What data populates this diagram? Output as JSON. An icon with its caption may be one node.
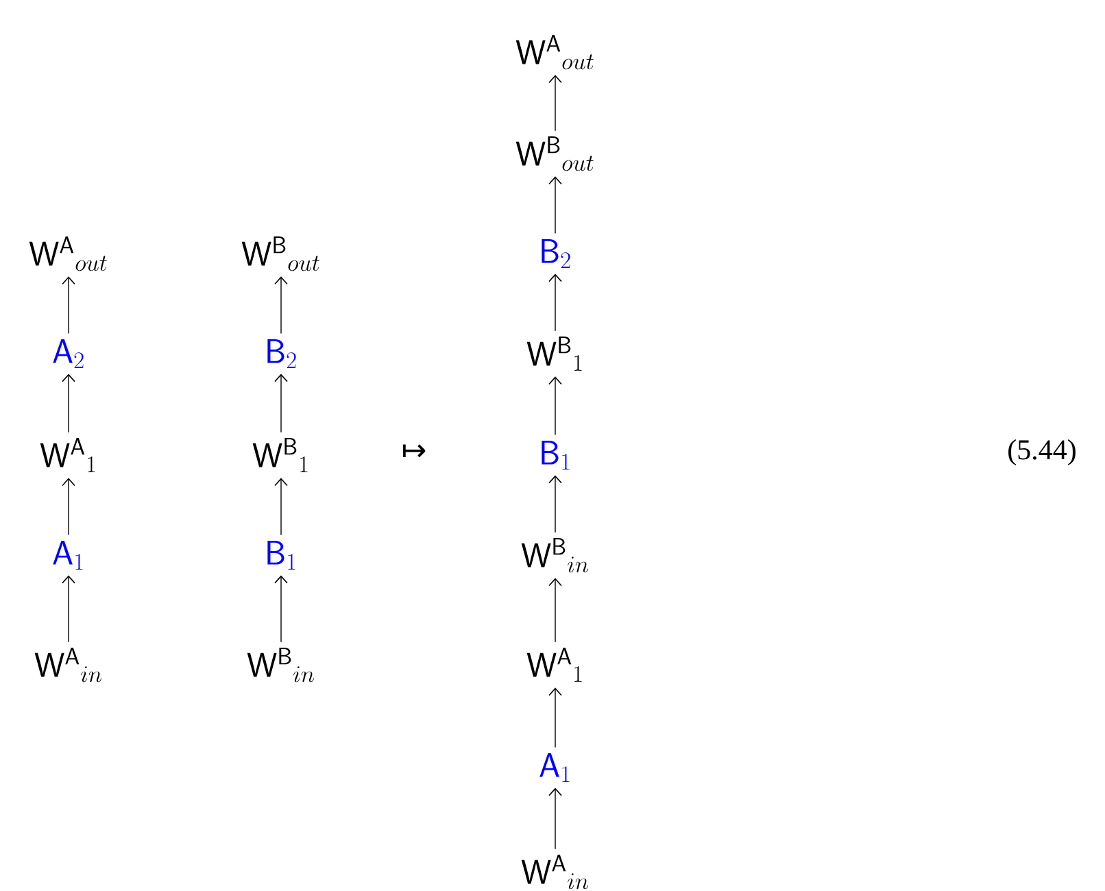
{
  "diagram": {
    "nodes": [
      {
        "text": [
          "\\mathsf{W}^{\\mathsf{A}}{}_{out}"
        ]
      },
      {
        "text": [
          "{\\color{blue}\\mathsf{A}_{2}}"
        ]
      },
      {
        "text": [
          "\\mathsf{W}^{\\mathsf{A}}{}_{1}"
        ]
      },
      {
        "text": [
          "{\\color{blue}\\mathsf{A}_{1}}"
        ]
      },
      {
        "text": [
          "\\mathsf{W}^{\\mathsf{A}}{}_{in}"
        ]
      },
      {
        "text": [
          "\\mathsf{W}^{\\mathsf{B}}{}_{out}"
        ]
      },
      {
        "text": [
          "{\\color{blue}\\mathsf{B}_{2}}"
        ]
      },
      {
        "text": [
          "\\mathsf{W}^{\\mathsf{B}}{}_{1}"
        ]
      },
      {
        "text": [
          "{\\color{blue}\\mathsf{B}_{1}}"
        ]
      },
      {
        "text": [
          "\\mathsf{W}^{\\mathsf{B}}{}_{in}"
        ]
      },
      {
        "text": [
          "\\mathsf{W}^{\\mathsf{A}}{}_{out}"
        ]
      },
      {
        "text": [
          "\\mathsf{W}^{\\mathsf{B}}{}_{out}"
        ]
      },
      {
        "text": [
          "{\\color{blue}\\mathsf{B}_{2}}"
        ]
      },
      {
        "text": [
          "\\mathsf{W}^{\\mathsf{B}}{}_{1}"
        ]
      },
      {
        "text": [
          "{\\color{blue}\\mathsf{B}_{1}}"
        ]
      },
      {
        "text": [
          "\\mathsf{W}^{\\mathsf{B}}{}_{in}"
        ]
      },
      {
        "text": [
          "\\mathsf{W}^{\\mathsf{A}}{}_{1}"
        ]
      },
      {
        "text": [
          "{\\color{blue}\\mathsf{A}_{1}}"
        ]
      },
      {
        "text": [
          "\\mathsf{W}^{\\mathsf{A}}{}_{in}"
        ]
      }
    ],
    "edges": [
      {
        "from": 4,
        "to": 3,
        "arrow": "to"
      },
      {
        "from": 3,
        "to": 2,
        "arrow": "to"
      },
      {
        "from": 2,
        "to": 1,
        "arrow": "to"
      },
      {
        "from": 1,
        "to": 0,
        "arrow": "to"
      },
      {
        "from": 9,
        "to": 8,
        "arrow": "to"
      },
      {
        "from": 8,
        "to": 7,
        "arrow": "to"
      },
      {
        "from": 7,
        "to": 6,
        "arrow": "to"
      },
      {
        "from": 6,
        "to": 5,
        "arrow": "to"
      },
      {
        "from": 18,
        "to": 17,
        "arrow": "to"
      },
      {
        "from": 17,
        "to": 16,
        "arrow": "to"
      },
      {
        "from": 16,
        "to": 15,
        "arrow": "to"
      },
      {
        "from": 15,
        "to": 14,
        "arrow": "to"
      },
      {
        "from": 14,
        "to": 13,
        "arrow": "to"
      },
      {
        "from": 13,
        "to": 12,
        "arrow": "to"
      },
      {
        "from": 12,
        "to": 11,
        "arrow": "to"
      },
      {
        "from": 11,
        "to": 10,
        "arrow": "to"
      }
    ],
    "labels": [
      "↦",
      "(5.44)"
    ]
  }
}
